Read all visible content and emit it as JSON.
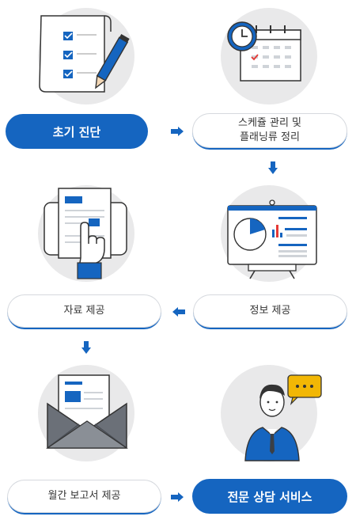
{
  "steps": {
    "step1": {
      "label": "초기 진단"
    },
    "step2": {
      "label_line1": "스케쥴 관리 및",
      "label_line2": "플래닝류 정리"
    },
    "step3": {
      "label": "정보 제공"
    },
    "step4": {
      "label": "자료 제공"
    },
    "step5": {
      "label": "월간 보고서 제공"
    },
    "step6": {
      "label": "전문 상담 서비스"
    }
  },
  "colors": {
    "accent": "#1565c0",
    "circle": "#e9e9ea",
    "outline": "#d6d9de"
  },
  "icons": [
    "checklist-pencil-icon",
    "clock-calendar-icon",
    "presentation-board-icon",
    "tablet-document-hand-icon",
    "envelope-letter-icon",
    "consultant-speech-bubble-icon"
  ]
}
